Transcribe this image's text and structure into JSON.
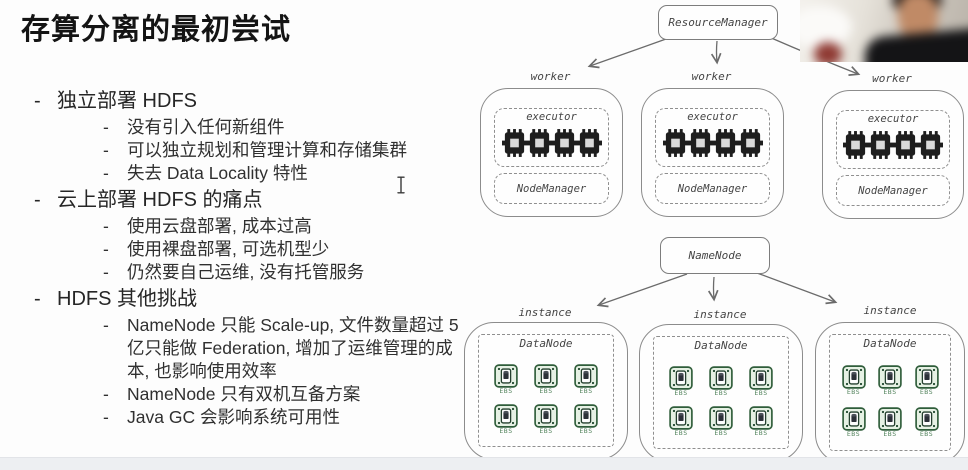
{
  "marker": "-",
  "title": "存算分离的最初尝试",
  "bullets": [
    {
      "label": "独立部署 HDFS",
      "items": [
        "没有引入任何新组件",
        "可以独立规划和管理计算和存储集群",
        "失去 Data Locality 特性"
      ]
    },
    {
      "label": "云上部署 HDFS 的痛点",
      "items": [
        "使用云盘部署, 成本过高",
        "使用裸盘部署, 可选机型少",
        "仍然要自己运维, 没有托管服务"
      ]
    },
    {
      "label": "HDFS 其他挑战",
      "items": [
        "NameNode 只能 Scale-up, 文件数量超过 5 亿只能做 Federation, 增加了运维管理的成本, 也影响使用效率",
        "NameNode 只有双机互备方案",
        "Java GC 会影响系统可用性"
      ]
    }
  ],
  "diagram": {
    "yarn": {
      "root": "ResourceManager",
      "workers": [
        {
          "label": "worker",
          "executor": "executor",
          "node_manager": "NodeManager",
          "cpu_count": 4
        },
        {
          "label": "worker",
          "executor": "executor",
          "node_manager": "NodeManager",
          "cpu_count": 4
        },
        {
          "label": "worker",
          "executor": "executor",
          "node_manager": "NodeManager",
          "cpu_count": 4
        }
      ]
    },
    "hdfs": {
      "root": "NameNode",
      "instances": [
        {
          "label": "instance",
          "daemon": "DataNode",
          "disks": [
            "EBS",
            "EBS",
            "EBS",
            "EBS",
            "EBS",
            "EBS"
          ]
        },
        {
          "label": "instance",
          "daemon": "DataNode",
          "disks": [
            "EBS",
            "EBS",
            "EBS",
            "EBS",
            "EBS",
            "EBS"
          ]
        },
        {
          "label": "instance",
          "daemon": "DataNode",
          "disks": [
            "EBS",
            "EBS",
            "EBS",
            "EBS",
            "EBS",
            "EBS"
          ]
        }
      ]
    }
  },
  "colors": {
    "ebs_green": "#2f5d3a",
    "chip_dark": "#1e1e1e",
    "diagram_line": "#6b6b6b",
    "title_text": "#141414"
  }
}
